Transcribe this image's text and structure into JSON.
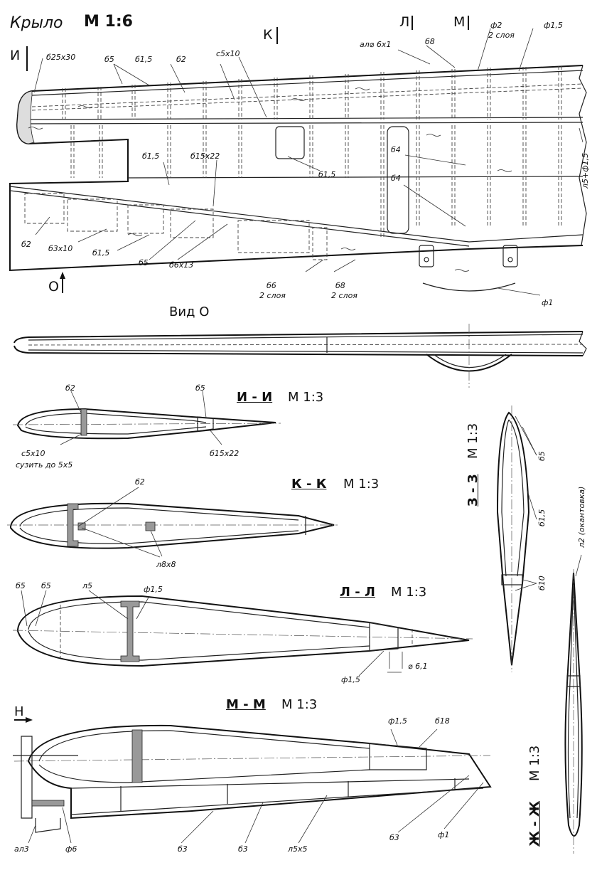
{
  "header": {
    "title": "Крыло",
    "scale": "М 1:6",
    "marker_i": "И",
    "marker_k": "К",
    "marker_l": "Л",
    "marker_m": "М",
    "marker_o": "О"
  },
  "plan_labels": {
    "b25x30": "б25х30",
    "b5": "б5",
    "b1_5_top": "б1,5",
    "b2_top": "б2",
    "c5x10": "с5х10",
    "al6x1": "ал⌀ 6х1",
    "b8_top": "б8",
    "f2": "ф2",
    "f2_layers": "2 слоя",
    "f1_5_top": "ф1,5",
    "b1_5_mid": "б1,5",
    "b15x22": "б15х22",
    "b1_5_rib": "б1,5",
    "b4_a": "б4",
    "b4_b": "б4",
    "l5f1_5": "л5+ф1,5",
    "b2_left": "б2",
    "b3x10": "б3х10",
    "b1_5_low": "б1,5",
    "b5_low": "б5",
    "b6x13": "б6х13",
    "b6": "б6",
    "b6_layers": "2 слоя",
    "b8_low": "б8",
    "b8_layers": "2 слоя",
    "f1": "ф1"
  },
  "view_o": {
    "title": "Вид О"
  },
  "section_ii": {
    "title": "И - И",
    "scale": "М 1:3",
    "b2": "б2",
    "b5": "б5",
    "c5x10": "с5х10",
    "narrow": "сузить до 5х5",
    "b15x22": "б15х22"
  },
  "section_kk": {
    "title": "К - К",
    "scale": "М 1:3",
    "b2": "б2",
    "l8x8": "л8х8"
  },
  "section_ll": {
    "title": "Л - Л",
    "scale": "М 1:3",
    "b5a": "б5",
    "b5b": "б5",
    "l5": "л5",
    "f1_5": "ф1,5",
    "f1_5_bottom": "ф1,5",
    "dia": "⌀ 6,1"
  },
  "section_mm": {
    "title": "М - М",
    "scale": "М 1:3",
    "marker_h": "Н",
    "f1_5": "ф1,5",
    "b18": "б18",
    "al3": "ал3",
    "f6": "ф6",
    "b3_a": "б3",
    "b3_b": "б3",
    "l5x5": "л5х5",
    "b3_c": "б3",
    "f1": "ф1"
  },
  "section_zz": {
    "title": "З - З",
    "scale": "М 1:3",
    "b5": "б5",
    "b1_5": "б1,5",
    "b10": "б10"
  },
  "section_zhzh": {
    "title": "Ж - Ж",
    "scale": "М 1:3",
    "l2": "л2 (окантовка)"
  }
}
